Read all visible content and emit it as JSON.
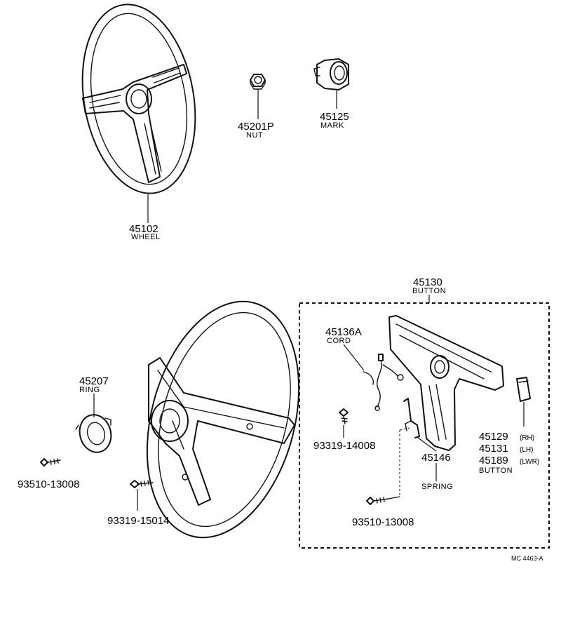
{
  "parts": {
    "wheel": {
      "number": "45102",
      "name": "WHEEL"
    },
    "nut": {
      "number": "45201P",
      "name": "NUT"
    },
    "mark": {
      "number": "45125",
      "name": "MARK"
    },
    "button_assy": {
      "number": "45130",
      "name": "BUTTON"
    },
    "cord": {
      "number": "45136A",
      "name": "CORD"
    },
    "ring": {
      "number": "45207",
      "name": "RING"
    },
    "screw_a": {
      "number": "93319-14008"
    },
    "screw_left": {
      "number": "93510-13008"
    },
    "screw_bottom": {
      "number": "93319-15014"
    },
    "spring": {
      "number": "45146",
      "name": "SPRING"
    },
    "screw_right": {
      "number": "93510-13008"
    },
    "side_buttons": {
      "rh": {
        "number": "45129",
        "suffix": "(RH)"
      },
      "lh": {
        "number": "45131",
        "suffix": "(LH)"
      },
      "lwr": {
        "number": "45189",
        "suffix": "(LWR)"
      },
      "name": "BUTTON"
    }
  },
  "diagram_code": "MC 4463-A"
}
